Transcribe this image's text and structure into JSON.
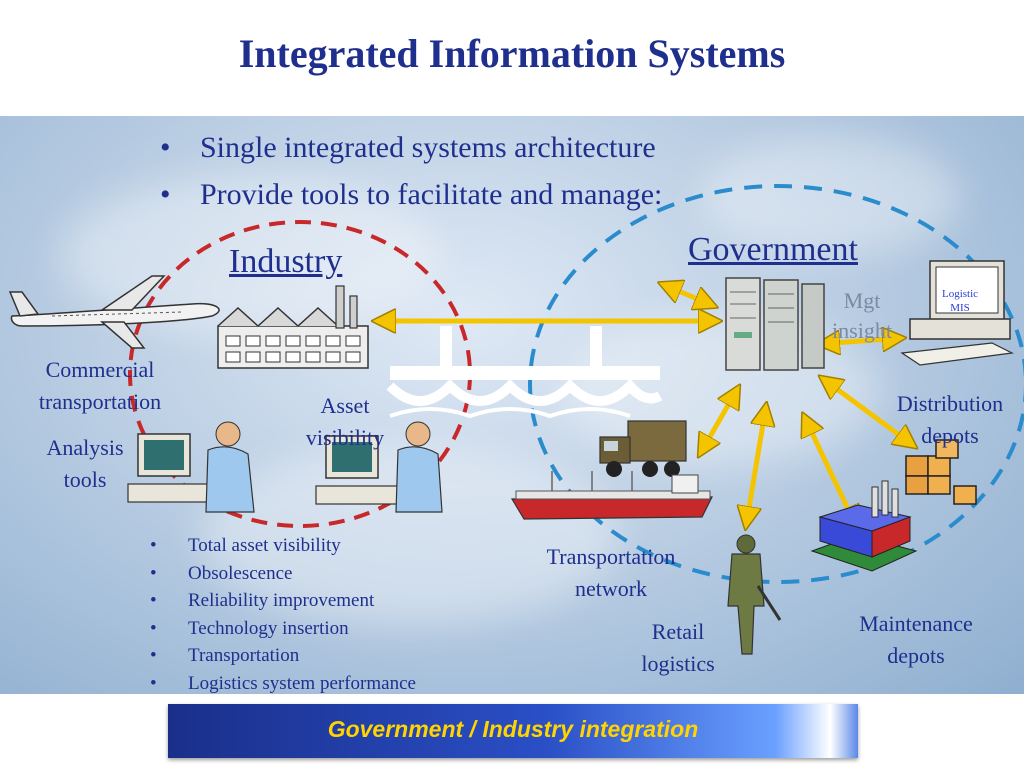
{
  "slide": {
    "title": "Integrated Information Systems",
    "bullets": [
      "Single integrated systems architecture",
      "Provide tools to facilitate and manage:"
    ],
    "industry_label": "Industry",
    "government_label": "Government",
    "labels": {
      "commercial_transportation": "Commercial transportation",
      "analysis_tools": "Analysis tools",
      "asset_visibility": "Asset visibility",
      "mgt_insight": "Mgt insight",
      "logistic_mis": "Logistic MIS",
      "distribution_depots": "Distribution depots",
      "transportation_network": "Transportation network",
      "retail_logistics": "Retail logistics",
      "maintenance_depots": "Maintenance depots"
    },
    "industry_bullets": [
      "Total asset visibility",
      "Obsolescence",
      "Reliability improvement",
      "Technology insertion",
      "Transportation",
      "Logistics system performance"
    ],
    "banner": "Government / Industry integration"
  },
  "colors": {
    "title": "#1f2f8e",
    "industry_circle": "#c8282a",
    "government_circle": "#2a8ccc",
    "arrow": "#f5c400",
    "banner_text": "#ffd400"
  },
  "icons": [
    "airplane-icon",
    "factory-icon",
    "bridge-icon",
    "analyst-icon",
    "server-icon",
    "computer-icon",
    "truck-icon",
    "ship-icon",
    "soldier-icon",
    "boxes-icon",
    "depot-icon"
  ]
}
